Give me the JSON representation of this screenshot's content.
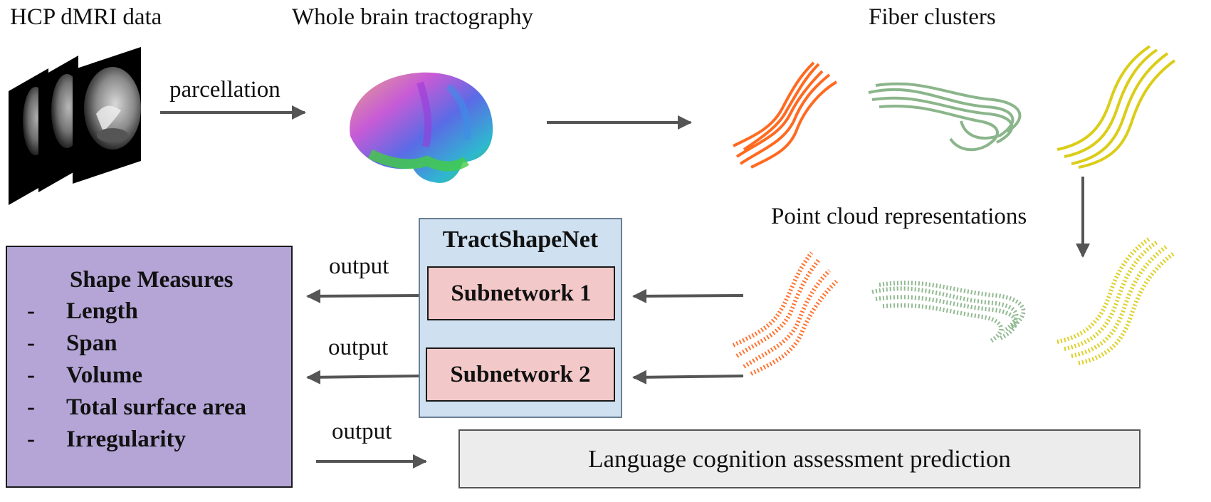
{
  "diagram": {
    "titles": {
      "hcp": "HCP dMRI data",
      "tractography": "Whole brain tractography",
      "fiber_clusters": "Fiber clusters",
      "point_cloud": "Point cloud representations"
    },
    "edges": {
      "parcellation": "parcellation",
      "output_1": "output",
      "output_2": "output",
      "output_3": "output"
    },
    "network": {
      "title": "TractShapeNet",
      "subnetwork_1": "Subnetwork 1",
      "subnetwork_2": "Subnetwork 2"
    },
    "shape_measures": {
      "title": "Shape Measures",
      "items": [
        "Length",
        "Span",
        "Volume",
        "Total surface area",
        "Irregularity"
      ],
      "bullet": "-"
    },
    "prediction": "Language cognition assessment prediction",
    "colors": {
      "cluster_1": "#ff5a0a",
      "cluster_2": "#7fae7f",
      "cluster_3": "#d8c800",
      "shape_box": "#b4a5d6",
      "network_box": "#cfe0f0",
      "subnet_box": "#f2c8c8",
      "prediction_box": "#ececec",
      "arrow": "#555555"
    }
  }
}
